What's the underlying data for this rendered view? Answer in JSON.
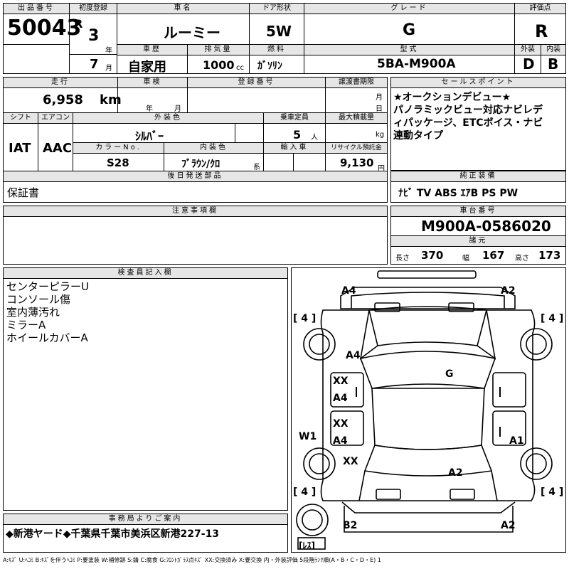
{
  "header": {
    "lot_label": "出品番号",
    "lot_number": "50043",
    "first_reg_label": "初度登録",
    "era": "R",
    "year": "3",
    "year_unit": "年",
    "month": "7",
    "month_unit": "月",
    "name_label": "車名",
    "car_name": "ルーミー",
    "door_label": "ドア形状",
    "door_type": "5W",
    "grade_label": "グレード",
    "grade": "G",
    "score_label": "評価点",
    "score": "R",
    "history_label": "車歴",
    "history": "自家用",
    "displacement_label": "排気量",
    "displacement": "1000",
    "cc_unit": "cc",
    "fuel_label": "燃料",
    "fuel": "ｶﾞｿﾘﾝ",
    "model_label": "型式",
    "model": "5BA-M900A",
    "exterior_label": "外装",
    "exterior_grade": "D",
    "interior_label": "内装",
    "interior_grade": "B"
  },
  "specs": {
    "mileage_label": "走行",
    "mileage": "6,958",
    "km_unit": "km",
    "inspection_label": "車検",
    "insp_year_unit": "年",
    "insp_month_unit": "月",
    "registration_label": "登録番号",
    "transfer_doc_label": "譲渡書期限",
    "tdoc_month_unit": "月",
    "tdoc_day_unit": "日",
    "shift_label": "シフト",
    "shift": "IAT",
    "ac_label": "エアコン",
    "ac": "AAC",
    "ext_color_label": "外装色",
    "ext_color": "ｼﾙﾊﾞｰ",
    "capacity_label": "乗車定員",
    "capacity": "5",
    "person_unit": "人",
    "max_load_label": "最大積載量",
    "kg_unit": "kg",
    "color_no_label": "カラーNo.",
    "color_no": "S28",
    "int_color_label": "内装色",
    "int_color": "ﾌﾞﾗｳﾝ/ｸﾛ",
    "kei_unit": "系",
    "import_label": "輸入車",
    "recycle_label": "リサイクル預託金",
    "recycle": "9,130",
    "yen_unit": "円",
    "later_parts_label": "後日発送部品",
    "later_parts": "保証書"
  },
  "sales_points": {
    "label": "セールスポイント",
    "lines": [
      "★オークションデビュー★",
      "パノラミックビュー対応ナビレデ",
      "ィパッケージ、ETCボイス・ナビ",
      "連動タイプ"
    ]
  },
  "equipment": {
    "label": "純正装備",
    "items": "ﾅﾋﾞ  TV  ABS  ｴｱB  PS  PW"
  },
  "notes_label": "注意事項欄",
  "chassis": {
    "label": "車台番号",
    "number": "M900A-0586020",
    "dims_label": "諸元",
    "length_label": "長さ",
    "length": "370",
    "width_label": "幅",
    "width": "167",
    "height_label": "高さ",
    "height": "173"
  },
  "inspector": {
    "label": "検査員記入欄",
    "lines": [
      "センターピラーU",
      "コンソール傷",
      "室内薄汚れ",
      "ミラーA",
      "ホイールカバーA"
    ]
  },
  "office": {
    "label": "事務局よりご案内",
    "message": "◆新港ヤード◆千葉県千葉市美浜区新港227-13"
  },
  "diagram": {
    "marks": {
      "a4_top": "A4",
      "a2_top": "A2",
      "a4_hood": "A4",
      "g_roof": "G",
      "xx_1": "XX",
      "a4_door1": "A4",
      "xx_2": "XX",
      "a4_door2": "A4",
      "xx_3": "XX",
      "w1": "W1",
      "a1": "A1",
      "a2_rear": "A2",
      "b2": "B2",
      "a2_bottom": "A2"
    },
    "tires": {
      "fl": "[ 4 ]",
      "fr": "[ 4 ]",
      "rl": "[ 4 ]",
      "rr": "[ 4 ]",
      "spare": "[ﾚｽ]"
    }
  },
  "legend": "A:ｷｽﾞ  U:ﾍｺﾐ  B:ｷｽﾞを伴うﾍｺﾐ  P:要塗装  W:補修跡  S:錆  C:腐食  G:ﾌﾛﾝﾄｶﾞﾗｽ点ｷｽﾞ  XX:交換済み  X:要交換   内・外装評価  5段階ﾗﾝｸ順(A・B・C・D・E) 1"
}
